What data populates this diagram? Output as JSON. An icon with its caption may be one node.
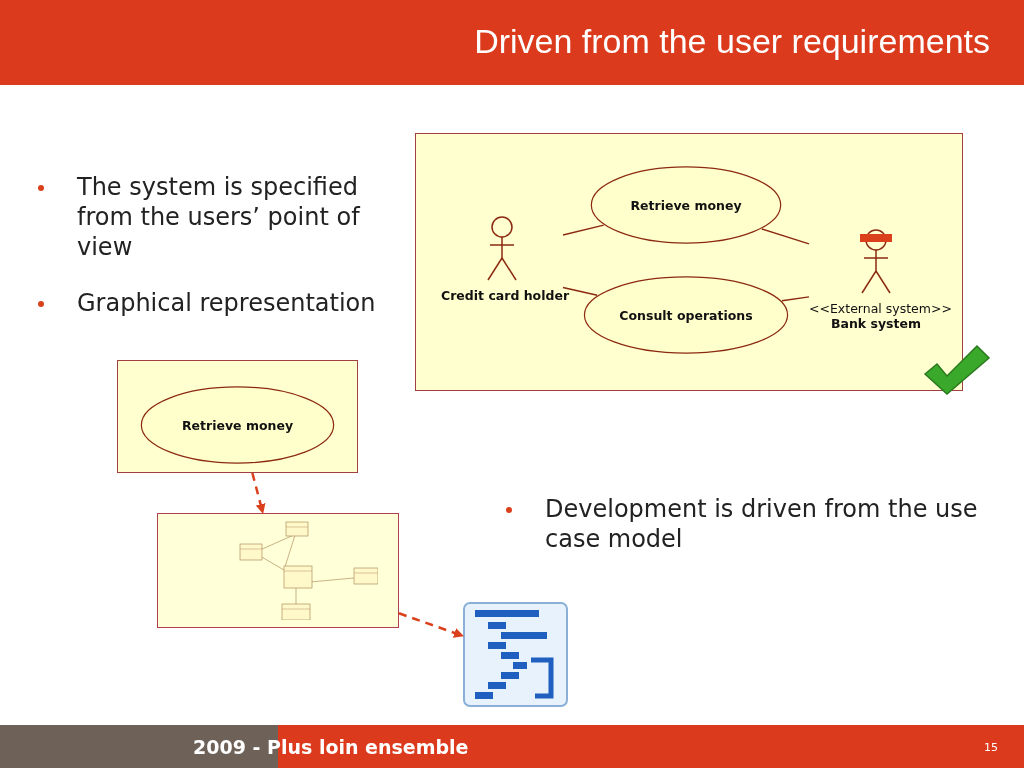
{
  "diagram": {
    "title": "Driven from the user requirements",
    "nodes": [
      {
        "text": [],
        "shape": "box"
      },
      {
        "text": [
          "Credit card holder"
        ],
        "in": 0
      },
      {
        "text": [
          "Retrieve money"
        ],
        "in": 0
      },
      {
        "text": [
          "Consult operations"
        ],
        "in": 0
      },
      {
        "text": [
          "<<External system>>",
          "Bank system"
        ],
        "in": 0
      },
      {
        "text": [],
        "shape": "box"
      },
      {
        "text": [
          "Retrieve money"
        ],
        "in": 5
      },
      {
        "text": [],
        "shape": "picture"
      },
      {
        "text": [],
        "shape": "picture"
      }
    ],
    "edges": [
      {
        "from": 1,
        "to": 2,
        "arrow": "none"
      },
      {
        "from": 1,
        "to": 3,
        "arrow": "none"
      },
      {
        "from": 2,
        "to": 4,
        "arrow": "none"
      },
      {
        "from": 3,
        "to": 4,
        "arrow": "none"
      },
      {
        "from": 5,
        "to": 7,
        "arrow": "to",
        "style": "dashed",
        "color": "#d9401b"
      },
      {
        "from": 7,
        "to": 8,
        "arrow": "to",
        "style": "dashed",
        "color": "#d9401b"
      }
    ],
    "labels": [
      "The system is specified from the users’ point of view",
      "Graphical representation",
      "Development is driven from the use case model",
      "2009 - Plus loin ensemble",
      "15"
    ]
  }
}
